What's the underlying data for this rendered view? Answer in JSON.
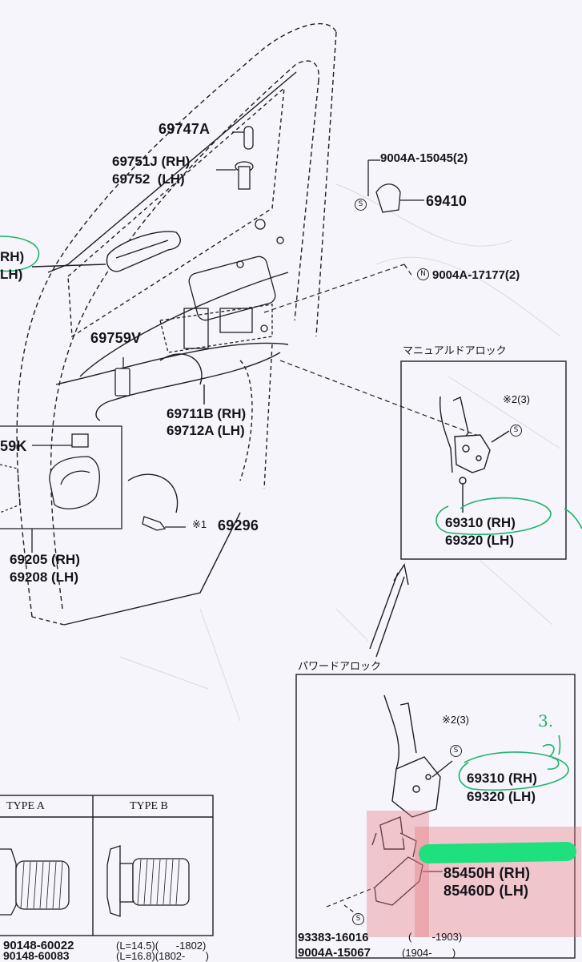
{
  "title_manual_lock": "マニュアルドアロック",
  "title_power_lock": "パワードアロック",
  "parts": {
    "p69747a": "69747A",
    "p69751j": "69751J (RH)",
    "p69752": "69752  (LH)",
    "p9004a_15045": "9004A-15045(2)",
    "p69410": "69410",
    "p9004a_17177": "9004A-17177(2)",
    "rh_left": "RH)",
    "lh_left": "LH)",
    "p69759v": "69759V",
    "p69711b": "69711B (RH)",
    "p69712a": "69712A (LH)",
    "p59k": "59K",
    "p69296": "69296",
    "p69205": "69205 (RH)",
    "p69208": "69208 (LH)",
    "m69310": "69310 (RH)",
    "m69320": "69320 (LH)",
    "pw69310": "69310 (RH)",
    "pw69320": "69320 (LH)",
    "p85450h": "85450H (RH)",
    "p85460d": "85460D (LH)",
    "p93383": "93383-16016",
    "p93383_range": "(       -1903)",
    "p9004a_15067": "9004A-15067",
    "p9004a_15067_range": "(1904-       )",
    "p90148_60022": "90148-60022",
    "p90148_60022_len": "(L=14.5)(      -1802)",
    "p90148_60083": "90148-60083",
    "p90148_60083_len": "(L=16.8)(1802-       )"
  },
  "notes": {
    "n1": "※1",
    "n2_manual": "※2(3)",
    "n2_power": "※2(3)"
  },
  "marks": {
    "s": "S",
    "n": "N"
  },
  "table": {
    "type_a": "TYPE A",
    "type_b": "TYPE B"
  },
  "handwriting": {
    "num3": "3."
  },
  "colors": {
    "line": "#1e1e26",
    "background": "#f6f5fb",
    "green_ink": "#1db36a",
    "highlight_green": "#1fe07f",
    "highlight_red": "rgba(232,120,130,0.38)"
  }
}
